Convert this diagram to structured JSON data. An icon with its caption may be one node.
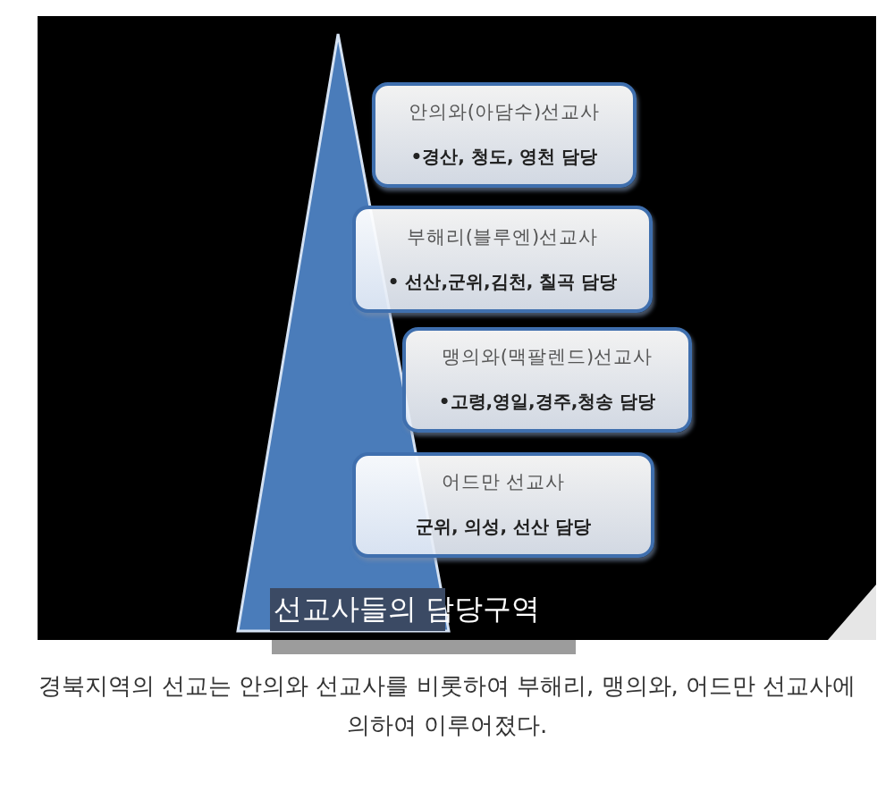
{
  "diagram": {
    "title": "선교사들의 담당구역",
    "caption": "경북지역의 선교는 안의와 선교사를 비롯하여 부해리, 맹의와, 어드만 선교사에 의하여 이루어졌다.",
    "nodes": [
      {
        "text": [],
        "shape": "triangle"
      },
      {
        "text": [
          "안의와(아담수)선교사",
          "•경산, 청도, 영천 담당"
        ]
      },
      {
        "text": [
          "부해리(블루엔)선교사",
          "• 선산,군위,김천, 칠곡 담당"
        ]
      },
      {
        "text": [
          "맹의와(맥팔렌드)선교사",
          "•고령,영일,경주,청송 담당"
        ]
      },
      {
        "text": [
          "어드만 선교사",
          "군위, 의성, 선산 담당"
        ]
      }
    ]
  }
}
